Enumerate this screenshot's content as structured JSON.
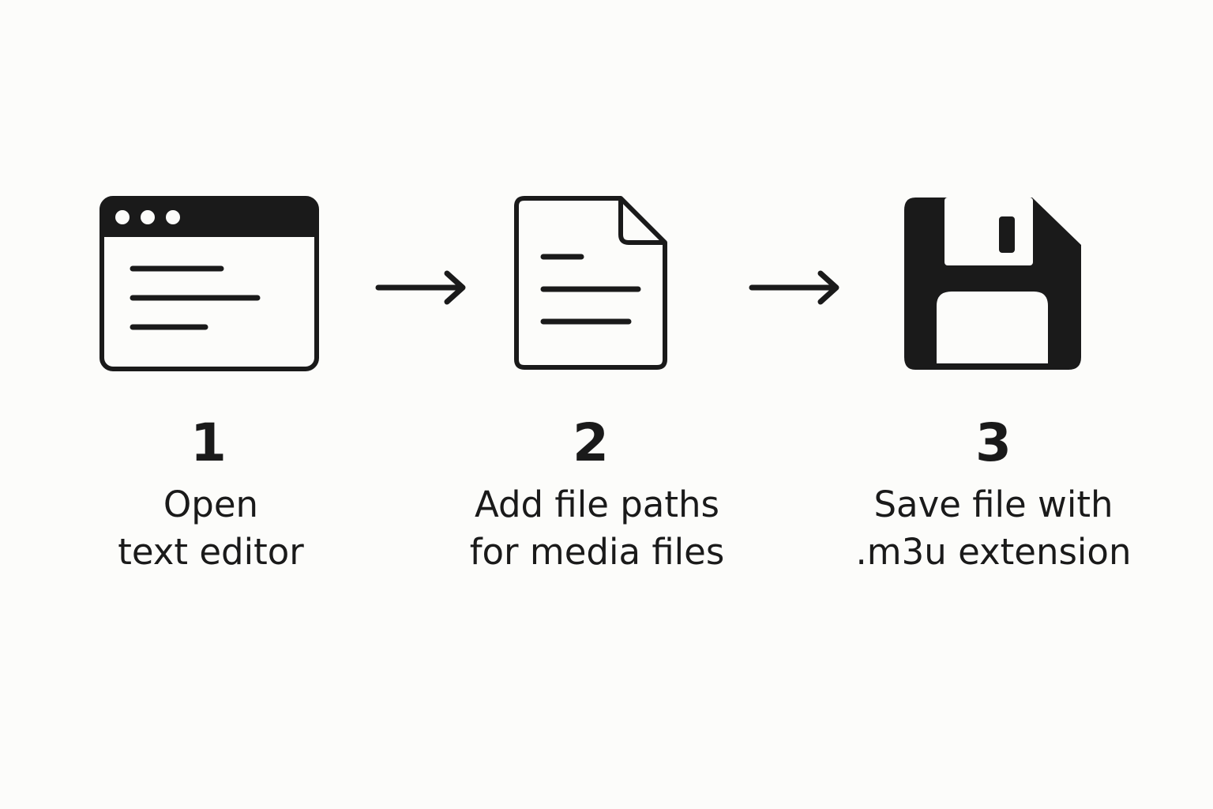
{
  "colors": {
    "background": "#fcfcfa",
    "ink": "#1a1a1a"
  },
  "steps": [
    {
      "number": "1",
      "icon": "text-editor-window-icon",
      "label_line1": "Open",
      "label_line2": "text editor"
    },
    {
      "number": "2",
      "icon": "document-icon",
      "label_line1": "Add file paths",
      "label_line2": "for media files"
    },
    {
      "number": "3",
      "icon": "floppy-disk-save-icon",
      "label_line1": "Save file with",
      "label_line2": ".m3u extension"
    }
  ],
  "arrows": [
    {
      "icon": "arrow-right-icon"
    },
    {
      "icon": "arrow-right-icon"
    }
  ]
}
